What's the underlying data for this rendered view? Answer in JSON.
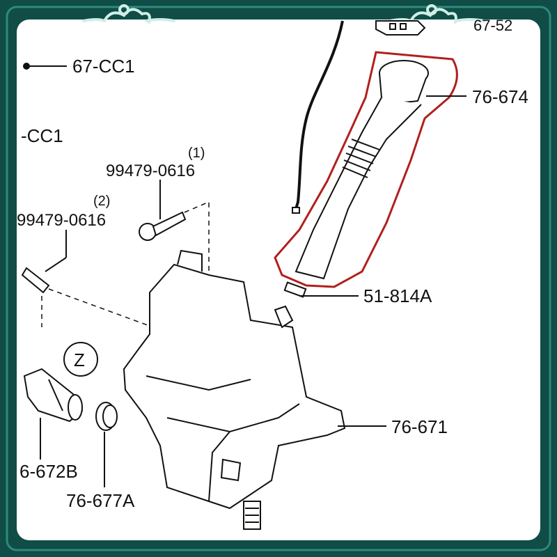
{
  "theme": {
    "frame_color": "#0f4d46",
    "frame_highlight": "#2f8a7c",
    "ornament_color": "#cfeee6",
    "paper_color": "#ffffff",
    "line_color": "#111111",
    "highlight_color": "#b0201c"
  },
  "labels": {
    "p67_52": "67-52",
    "p67_cc1_top": "67-CC1",
    "p67_cc1_left": "-CC1",
    "p76_674": "76-674",
    "n1": "(1)",
    "p99479_a": "99479-0616",
    "n2": "(2)",
    "p99479_b": "99479-0616",
    "p51_814a": "51-814A",
    "z": "Z",
    "p76_671": "76-671",
    "p76_672b": "6-672B",
    "p76_677a": "76-677A"
  }
}
